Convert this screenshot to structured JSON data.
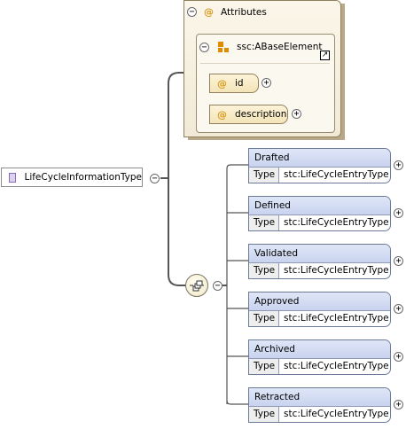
{
  "root": {
    "name": "LifeCycleInformationType"
  },
  "attributes": {
    "title": "Attributes",
    "base": {
      "name": "ssc:ABaseElement"
    },
    "items": [
      {
        "name": "id"
      },
      {
        "name": "description"
      }
    ]
  },
  "sequence": {
    "type_label": "Type",
    "elements": [
      {
        "name": "Drafted",
        "type": "stc:LifeCycleEntryType"
      },
      {
        "name": "Defined",
        "type": "stc:LifeCycleEntryType"
      },
      {
        "name": "Validated",
        "type": "stc:LifeCycleEntryType"
      },
      {
        "name": "Approved",
        "type": "stc:LifeCycleEntryType"
      },
      {
        "name": "Archived",
        "type": "stc:LifeCycleEntryType"
      },
      {
        "name": "Retracted",
        "type": "stc:LifeCycleEntryType"
      }
    ]
  },
  "icons": {
    "collapse": "minus-icon",
    "expand": "plus-icon",
    "attribute": "at-sign-icon",
    "type": "complex-type-icon",
    "base": "base-element-icon",
    "link": "link-arrow-icon",
    "sequence": "sequence-compositor-icon"
  },
  "colors": {
    "element_header": "#c8d3ee",
    "attribute_fill": "#f3e4b8",
    "panel_fill": "#f2ead6",
    "at_sign": "#d99a1a",
    "type_icon": "#dcd2f0"
  }
}
